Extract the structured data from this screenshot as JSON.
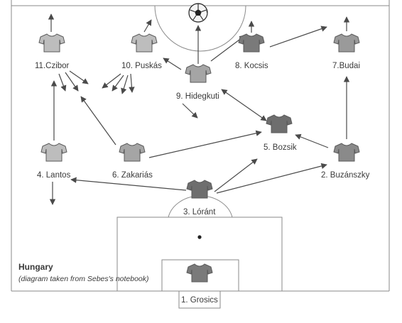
{
  "diagram": {
    "team": "Hungary",
    "note": "(diagram taken from Sebes's notebook)",
    "players": [
      {
        "id": "grosics",
        "label": "1. Grosics"
      },
      {
        "id": "buzanszky",
        "label": "2. Buzánszky"
      },
      {
        "id": "lorant",
        "label": "3. Lóránt"
      },
      {
        "id": "lantos",
        "label": "4. Lantos"
      },
      {
        "id": "bozsik",
        "label": "5. Bozsik"
      },
      {
        "id": "zakarias",
        "label": "6. Zakariás"
      },
      {
        "id": "budai",
        "label": "7.Budai"
      },
      {
        "id": "kocsis",
        "label": "8. Kocsis"
      },
      {
        "id": "hidegkuti",
        "label": "9. Hidegkuti"
      },
      {
        "id": "puskas",
        "label": "10. Puskás"
      },
      {
        "id": "czibor",
        "label": "11.Czibor"
      }
    ],
    "colors": {
      "line": "#4a4a4a",
      "shirt_light": "#bdbdbd",
      "shirt_dark": "#6e6e6e"
    }
  }
}
